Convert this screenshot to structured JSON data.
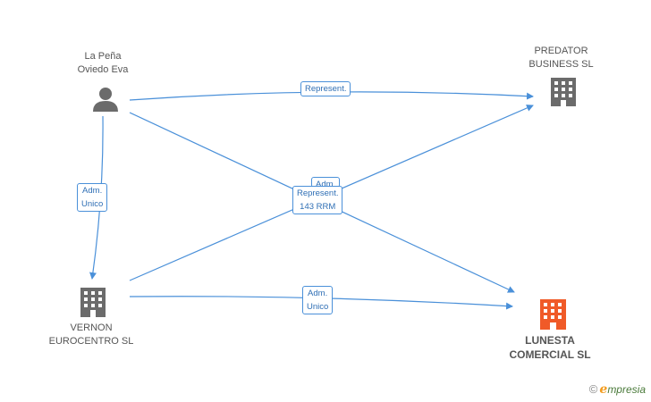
{
  "nodes": {
    "person": {
      "line1": "La Peña",
      "line2": "Oviedo Eva",
      "icon": "person-icon"
    },
    "predator": {
      "line1": "PREDATOR",
      "line2": "BUSINESS SL",
      "icon": "building-icon"
    },
    "vernon": {
      "line1": "VERNON",
      "line2": "EUROCENTRO SL",
      "icon": "building-icon"
    },
    "lunesta": {
      "line1": "LUNESTA",
      "line2": "COMERCIAL SL",
      "icon": "building-icon",
      "color": "#f05a28"
    }
  },
  "edges": {
    "person_predator": {
      "line1": "Represent."
    },
    "person_vernon": {
      "line1": "Adm.",
      "line2": "Unico"
    },
    "center_hidden": {
      "line1": "Adm."
    },
    "center": {
      "line1": "Represent.",
      "line2": "143 RRM"
    },
    "vernon_lunesta": {
      "line1": "Adm.",
      "line2": "Unico"
    }
  },
  "colors": {
    "edge": "#4a90d9",
    "icon_gray": "#6b6b6b",
    "icon_highlight": "#f05a28"
  },
  "brand": {
    "copyright": "©",
    "e": "e",
    "rest": "mpresia"
  }
}
